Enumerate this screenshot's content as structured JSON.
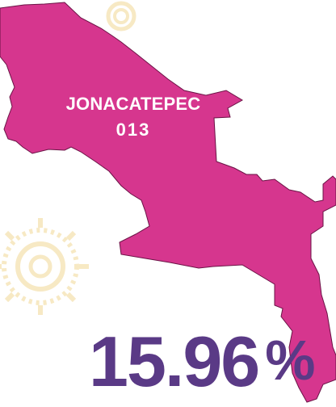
{
  "municipality": {
    "name": "JONACATEPEC",
    "code": "013"
  },
  "stat": {
    "value": "15.96",
    "unit": "%"
  },
  "colors": {
    "region_fill": "#d6368e",
    "region_outline": "#6b1346",
    "percentage_text": "#5a3a86",
    "decor_sun": "#f7e9c4",
    "label_text": "#ffffff"
  },
  "icons": {
    "background_decoration": "sun-motif-icon"
  }
}
